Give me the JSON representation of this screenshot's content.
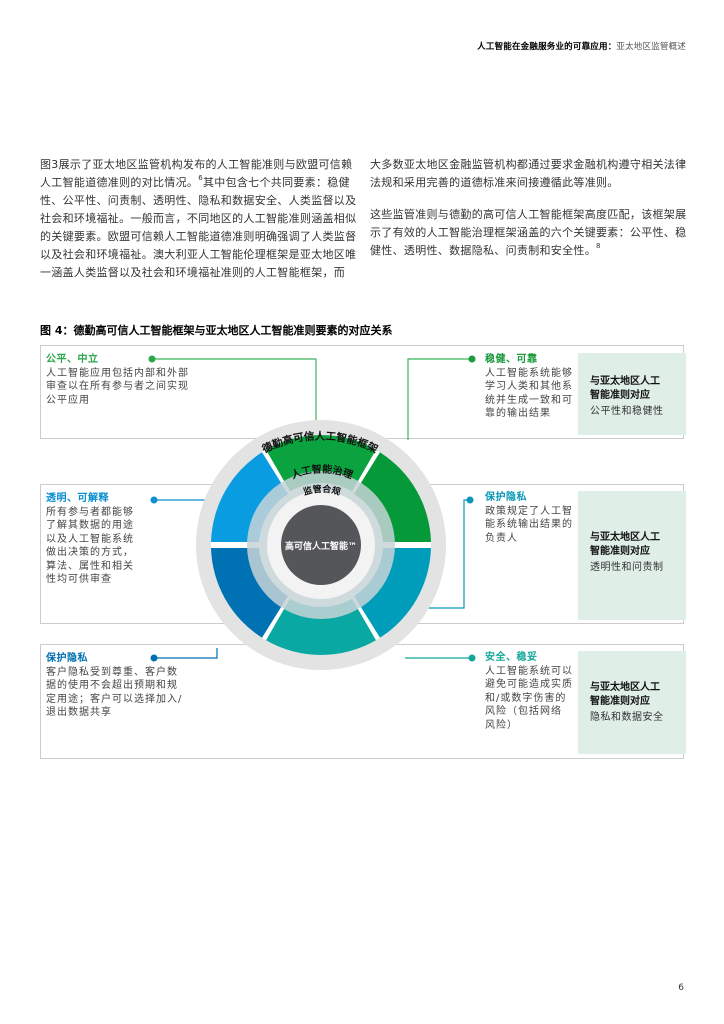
{
  "header": {
    "title_bold": "人工智能在金融服务业的可靠应用",
    "title_sep": "：",
    "title_light": "亚太地区监管概述"
  },
  "body": {
    "left_paragraph": "图3展示了亚太地区监管机构发布的人工智能准则与欧盟可信赖人工智能道德准则的对比情况。",
    "left_sup": "6",
    "left_paragraph_cont": "其中包含七个共同要素：稳健性、公平性、问责制、透明性、隐私和数据安全、人类监督以及社会和环境福祉。一般而言，不同地区的人工智能准则涵盖相似的关键要素。欧盟可信赖人工智能道德准则明确强调了人类监督以及社会和环境福祉。澳大利亚人工智能伦理框架是亚太地区唯一涵盖人类监督以及社会和环境福祉准则的人工智能框架，而",
    "right_paragraph_1": "大多数亚太地区金融监管机构都通过要求金融机构遵守相关法律法规和采用完善的道德标准来间接遵循此等准则。",
    "right_paragraph_2": "这些监管准则与德勤的高可信人工智能框架高度匹配，该框架展示了有效的人工智能治理框架涵盖的六个关键要素：公平性、稳健性、透明性、数据隐私、问责制和安全性。",
    "right_sup": "8"
  },
  "figure": {
    "title": "图 4：德勤高可信人工智能框架与亚太地区人工智能准则要素的对应关系",
    "wheel": {
      "outer_label": "德勤高可信人工智能框架",
      "ring_label_1": "人工智能治理",
      "ring_label_2": "监管合规",
      "center_label": "高可信人工智能™",
      "colors": {
        "top": "#0aa33f",
        "top_right": "#05993a",
        "bottom_right": "#009dbb",
        "bottom": "#0aa8a3",
        "bottom_left": "#0071b3",
        "top_left": "#0a9ce0",
        "outer_ring": "#e3e3e3",
        "mid_ring": "#bfcdd3",
        "inner_ring": "#f3f3f3",
        "center": "#55565a"
      }
    },
    "left_items": [
      {
        "title": "公平、中立",
        "color": "#2aa84a",
        "lines": [
          "人工智能应用包括内部和外部",
          "审查以在所有参与者之间实现",
          "公平应用"
        ]
      },
      {
        "title": "透明、可解释",
        "color": "#0a8fd2",
        "lines": [
          "所有参与者都能够",
          "了解其数据的用途",
          "以及人工智能系统",
          "做出决策的方式，",
          "算法、属性和相关",
          "性均可供审查"
        ]
      },
      {
        "title": "保护隐私",
        "color": "#0070b0",
        "lines": [
          "客户隐私受到尊重、客户数",
          "据的使用不会超出预期和规",
          "定用途；客户可以选择加入/",
          "退出数据共享"
        ]
      }
    ],
    "right_items": [
      {
        "title": "稳健、可靠",
        "color": "#1b9a3e",
        "lines": [
          "人工智能系统能够",
          "学习人类和其他系",
          "统并生成一致和可",
          "靠的输出结果"
        ]
      },
      {
        "title": "保护隐私",
        "color": "#0a97b5",
        "lines": [
          "政策规定了人工智",
          "能系统输出结果的",
          "负责人"
        ]
      },
      {
        "title": "安全、稳妥",
        "color": "#13a79a",
        "lines": [
          "人工智能系统可以",
          "避免可能造成实质",
          "和/或数字伤害的",
          "风险（包括网络",
          "风险）"
        ]
      }
    ],
    "mappings": [
      {
        "title_1": "与亚太地区人工",
        "title_2": "智能准则对应",
        "value": "公平性和稳健性"
      },
      {
        "title_1": "与亚太地区人工",
        "title_2": "智能准则对应",
        "value": "透明性和问责制"
      },
      {
        "title_1": "与亚太地区人工",
        "title_2": "智能准则对应",
        "value": "隐私和数据安全"
      }
    ]
  },
  "footer": {
    "page_number": "6"
  }
}
